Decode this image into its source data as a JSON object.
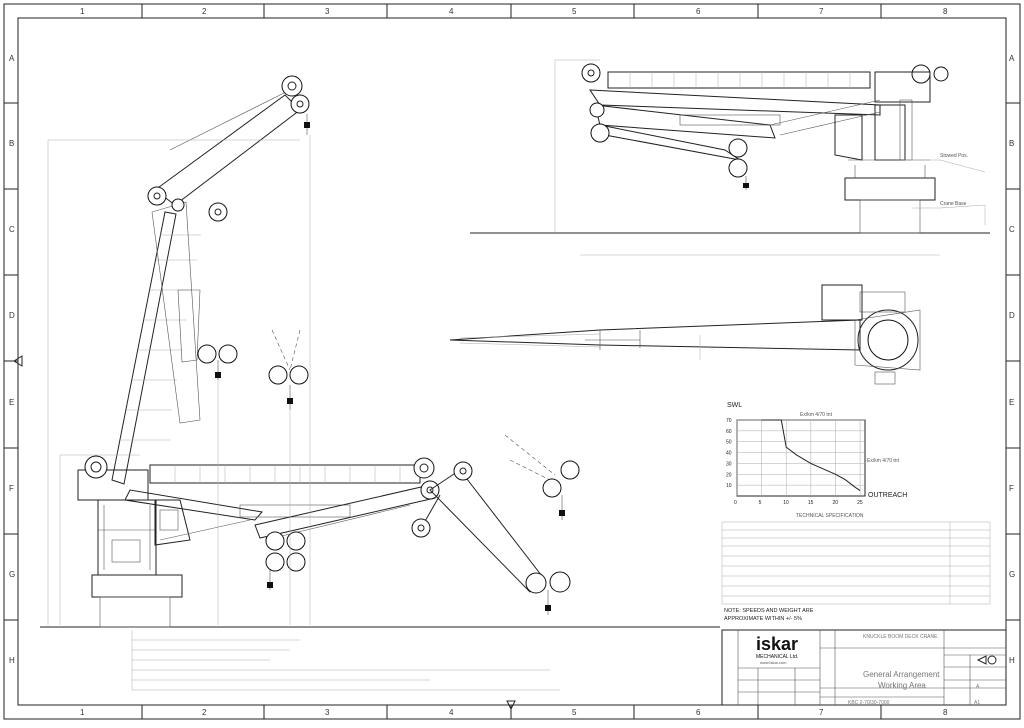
{
  "border": {
    "columns": [
      "1",
      "2",
      "3",
      "4",
      "5",
      "6",
      "7",
      "8"
    ],
    "rows": [
      "A",
      "B",
      "C",
      "D",
      "E",
      "F",
      "G",
      "H"
    ]
  },
  "chart_data": {
    "type": "line",
    "title": "",
    "ylabel": "SWL",
    "xlabel": "OUTREACH",
    "xlim": [
      0,
      26
    ],
    "ylim": [
      0,
      70
    ],
    "x_ticks": [
      "0",
      "5",
      "10",
      "15",
      "20",
      "25"
    ],
    "y_ticks": [
      "10",
      "20",
      "30",
      "40",
      "50",
      "60",
      "70"
    ],
    "series": [
      {
        "name": "",
        "x": [
          5,
          9,
          10,
          12,
          15,
          18,
          20,
          22,
          24,
          25
        ],
        "y": [
          70,
          70,
          45,
          38,
          30,
          24,
          20,
          15,
          8,
          5
        ]
      }
    ],
    "annotations": [
      "Ex/km 4/70 tnt",
      "Ex/km 4/70 tnt"
    ]
  },
  "notes": {
    "line1": "NOTE: SPEEDS AND WEIGHT ARE",
    "line2": "APPROXIMATE WITHIN +/- 5%",
    "spec_heading": "TECHNICAL SPECIFICATION"
  },
  "titleblock": {
    "company": "iskar",
    "company_sub": "MECHANICAL Ltd.",
    "company_web": "www.iskar.com",
    "project": "KNUCKLE BOOM DECK CRANE",
    "title_line1": "General Arrangement",
    "title_line2": "Working Area",
    "drawing_no": "KBC 2-70/30-7000",
    "sheet_size": "A1",
    "rev": "A"
  }
}
